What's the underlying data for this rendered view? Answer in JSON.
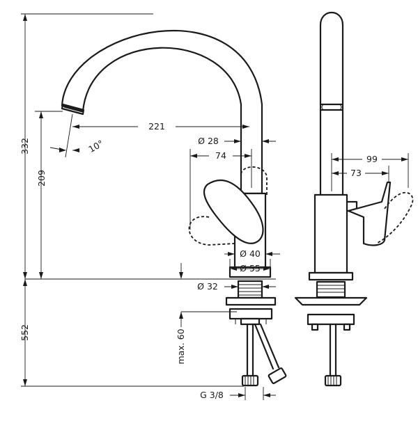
{
  "dimensions": {
    "total_height": "332",
    "spout_height": "209",
    "below_counter": "552",
    "spout_reach": "221",
    "spout_angle": "10°",
    "diameter_spout": "Ø 28",
    "lever_offset": "74",
    "diameter_body": "Ø 40",
    "diameter_base": "Ø 55",
    "diameter_shank": "Ø 32",
    "max_thickness": "max. 60",
    "thread": "G 3/8",
    "side_depth_outer": "99",
    "side_depth_inner": "73"
  }
}
